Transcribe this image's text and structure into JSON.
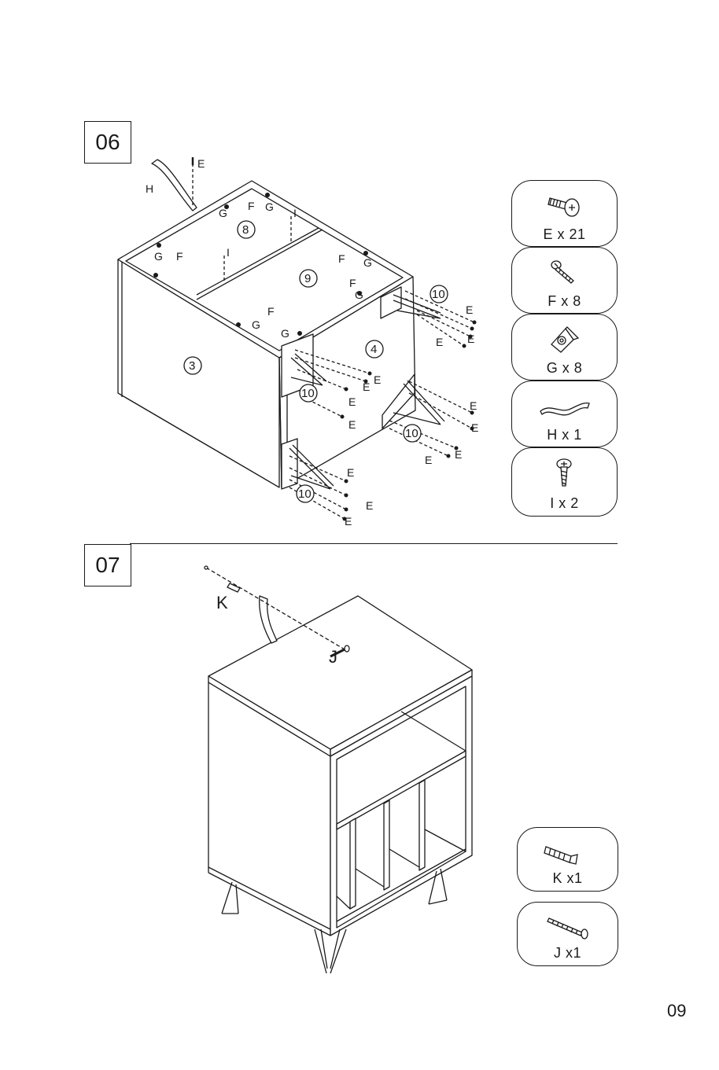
{
  "steps": [
    {
      "number": "06"
    },
    {
      "number": "07"
    }
  ],
  "step06": {
    "part_numbers": {
      "side": "3",
      "top": "8",
      "shelf": "9",
      "back": "4",
      "leg": "10"
    },
    "hardware_labels": {
      "E": "E",
      "F": "F",
      "G": "G",
      "H": "H",
      "I": "I"
    },
    "hardware_list": [
      {
        "icon": "cam-screw-icon",
        "label": "E  x 21"
      },
      {
        "icon": "wood-screw-icon",
        "label": "F  x 8"
      },
      {
        "icon": "corner-bracket-icon",
        "label": "G x 8"
      },
      {
        "icon": "anti-tip-strap-icon",
        "label": "H x 1"
      },
      {
        "icon": "short-screw-icon",
        "label": "I   x 2"
      }
    ]
  },
  "step07": {
    "hardware_labels": {
      "K": "K",
      "J": "J"
    },
    "hardware_list": [
      {
        "icon": "wall-plug-icon",
        "label": "K x1"
      },
      {
        "icon": "long-screw-icon",
        "label": "J  x1"
      }
    ]
  },
  "page_number": "09"
}
